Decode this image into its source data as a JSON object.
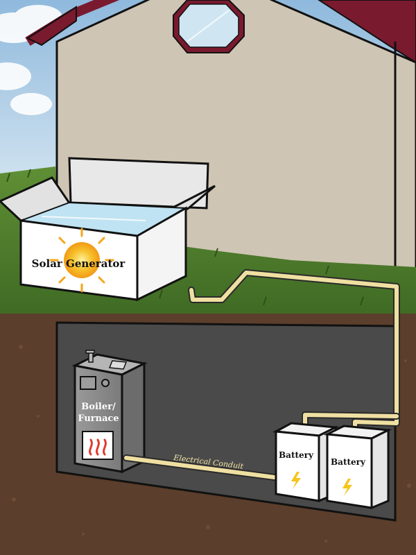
{
  "labels": {
    "solar_generator": "Solar Generator",
    "boiler_line1": "Boiler/",
    "boiler_line2": "Furnace",
    "battery_left": "Battery",
    "battery_right": "Battery",
    "conduit": "Electrical Conduit"
  },
  "colors": {
    "sky": "#a9cbe6",
    "house_wall": "#cfc5b4",
    "roof": "#7a1a2e",
    "grass": "#4f7d2e",
    "soil": "#5b3e2b",
    "basement": "#4a4a4a",
    "conduit": "#efe0a2",
    "box_white": "#ffffff",
    "solar_panel": "#bfe3f2",
    "boiler": "#8f8f8f",
    "flame": "#e03a2e",
    "sun": "#f6b521"
  },
  "icons": [
    "sun-icon",
    "flame-icon",
    "lightning-bolt-icon"
  ]
}
